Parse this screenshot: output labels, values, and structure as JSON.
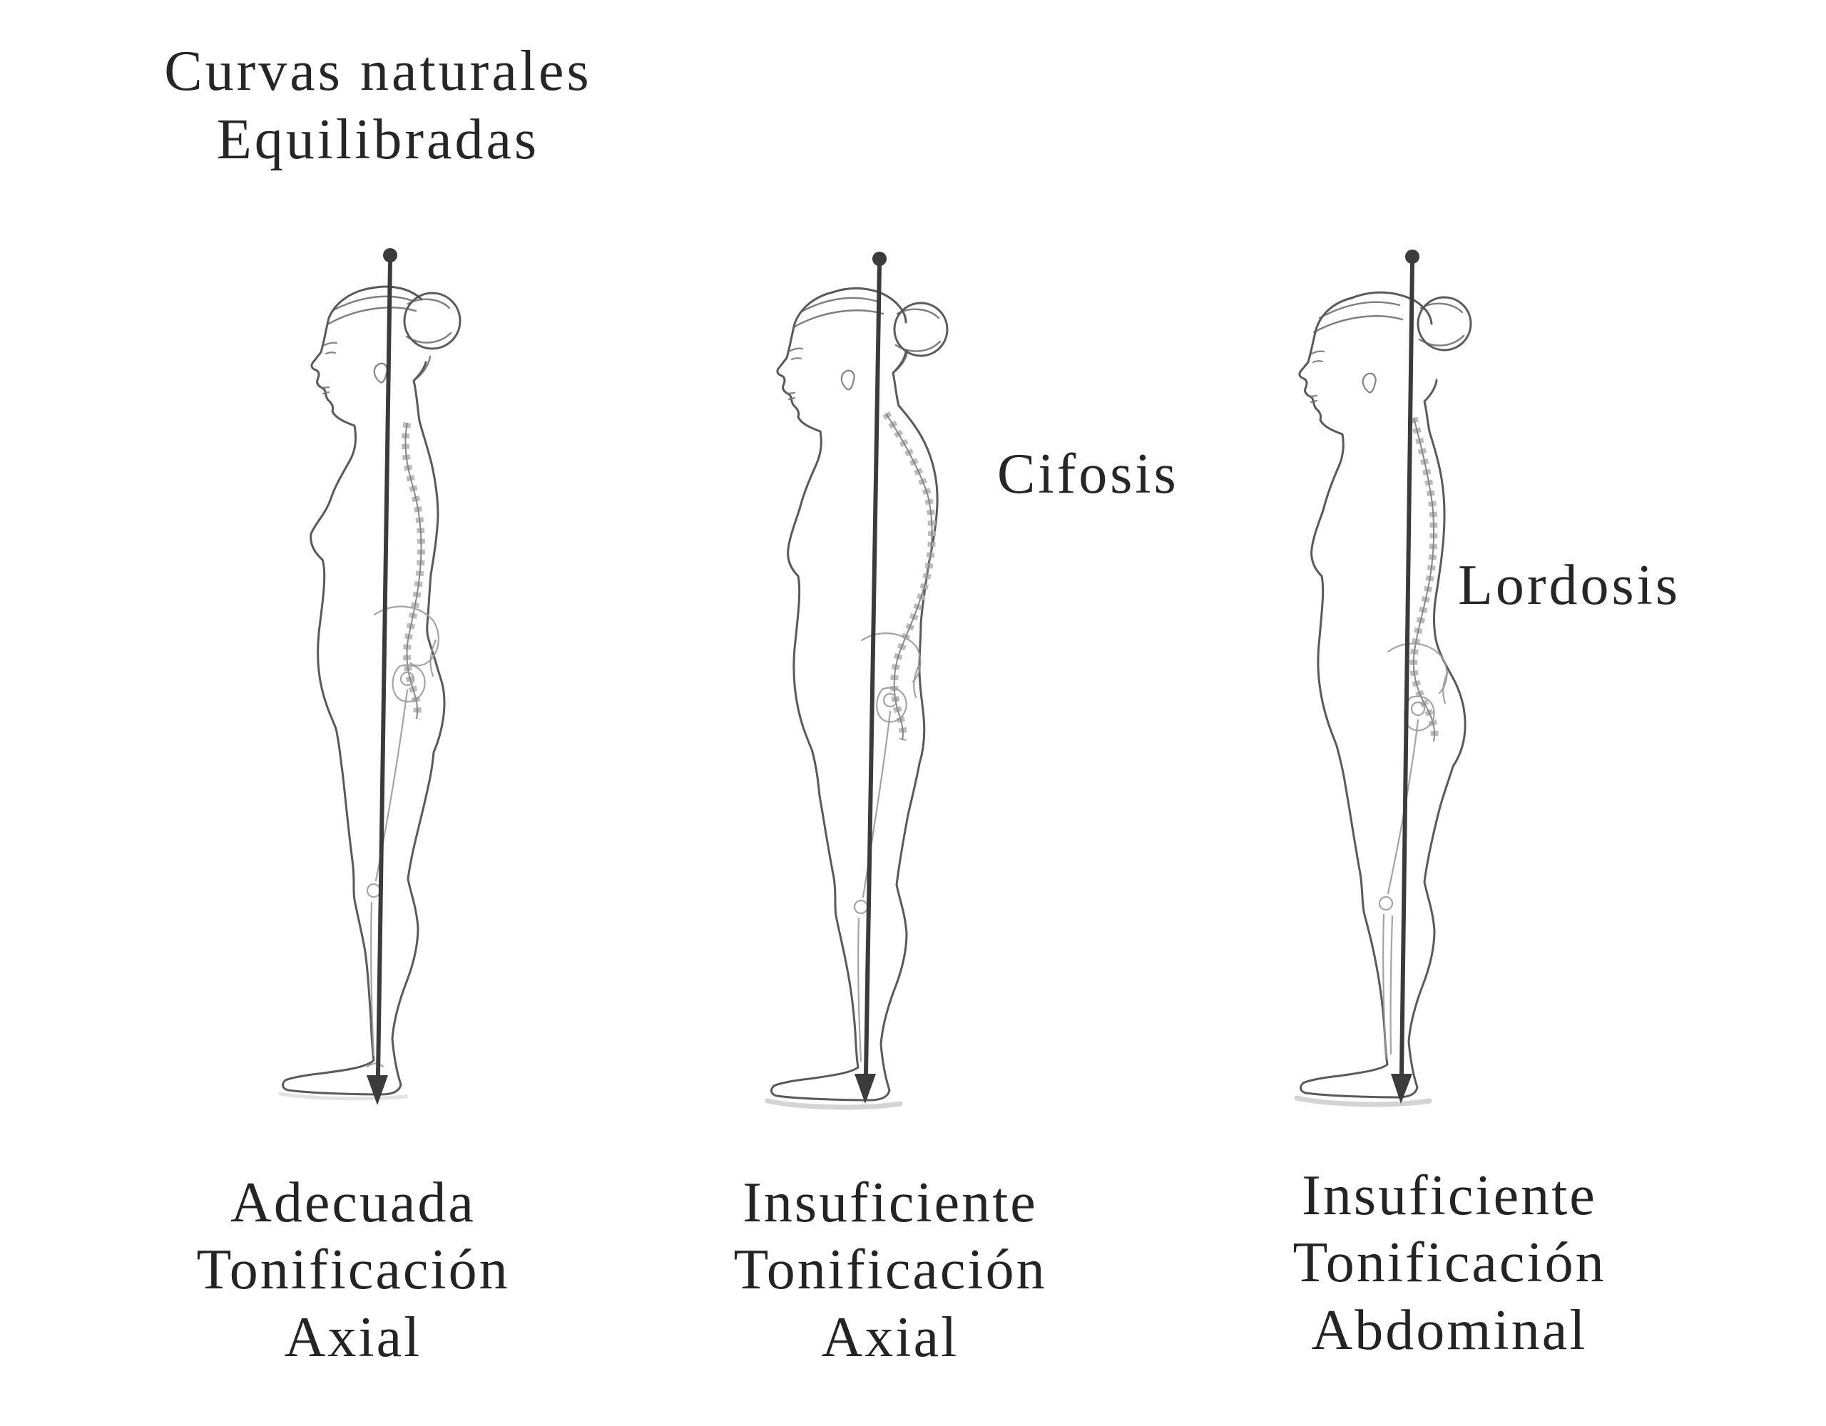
{
  "title": {
    "line1": "Curvas naturales",
    "line2": "Equilibradas"
  },
  "figures": [
    {
      "id": "equilibrada",
      "side_label": "",
      "caption": {
        "line1": "Adecuada",
        "line2": "Tonificación",
        "line3": "Axial"
      }
    },
    {
      "id": "cifosis",
      "side_label": "Cifosis",
      "caption": {
        "line1": "Insuficiente",
        "line2": "Tonificación",
        "line3": "Axial"
      }
    },
    {
      "id": "lordosis",
      "side_label": "Lordosis",
      "caption": {
        "line1": "Insuficiente",
        "line2": "Tonificación",
        "line3": "Abdominal"
      }
    }
  ],
  "colors": {
    "background": "#ffffff",
    "text": "#242424",
    "sketch_outline": "#4c4c4c",
    "bones": "#9a9a9a",
    "plumb_line": "#3b3b3b",
    "floor_shadow": "#c9c9c9"
  }
}
